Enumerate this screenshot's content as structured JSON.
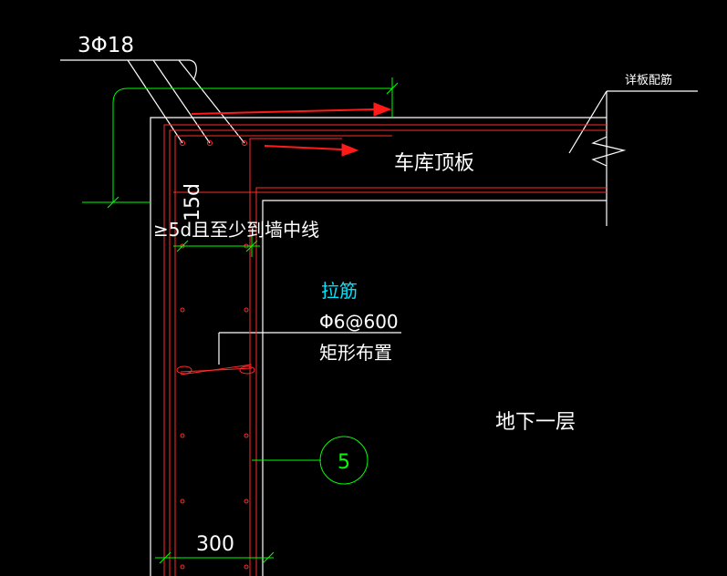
{
  "labels": {
    "top_rebar": "3Φ18",
    "slab_detail": "详板配筋",
    "garage_roof": "车库顶板",
    "anchor_15d": "15d",
    "anchor_rule": "≥5d且至少到墙中线",
    "tie_title": "拉筋",
    "tie_spec": "Φ6@600",
    "tie_layout": "矩形布置",
    "basement_level": "地下一层",
    "wall_thickness": "300",
    "detail_mark": "5"
  },
  "colors": {
    "background": "#000000",
    "concrete_line": "#ffffff",
    "rebar": "#ff2a2a",
    "dimension": "#00ff00",
    "arrow": "#ff1a1a",
    "note_cyan": "#00e5ff"
  }
}
